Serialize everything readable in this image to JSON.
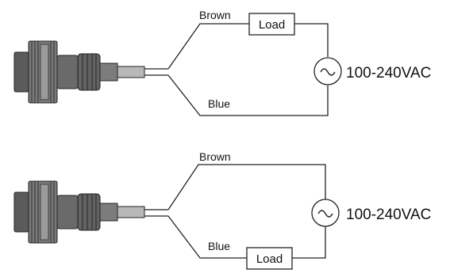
{
  "diagram_data": {
    "type": "wiring-diagram",
    "colors": {
      "line": "#222222",
      "text": "#111111",
      "sensor_body": "#555555",
      "background": "#ffffff"
    },
    "circuits": [
      {
        "id": "top",
        "upper_wire_label": "Brown",
        "lower_wire_label": "Blue",
        "load_label": "Load",
        "load_position": "brown-wire",
        "supply_label": "100-240VAC",
        "supply_symbol": "~"
      },
      {
        "id": "bottom",
        "upper_wire_label": "Brown",
        "lower_wire_label": "Blue",
        "load_label": "Load",
        "load_position": "blue-wire",
        "supply_label": "100-240VAC",
        "supply_symbol": "~"
      }
    ]
  }
}
